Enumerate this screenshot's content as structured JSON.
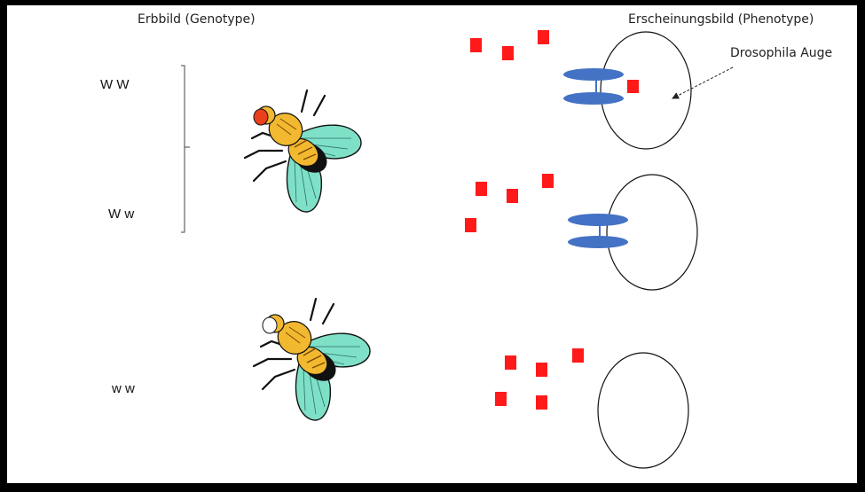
{
  "headings": {
    "genotype": "Erbbild (Genotype)",
    "phenotype": "Erscheinungsbild (Phenotype)"
  },
  "callout": {
    "label": "Drosophila Auge"
  },
  "rows": [
    {
      "genotype": "W W",
      "fly_eye": "red",
      "eye_pigment": "red",
      "transporter_present": true
    },
    {
      "genotype": "W w",
      "fly_eye": "red",
      "eye_pigment": "none",
      "transporter_present": true
    },
    {
      "genotype": "w w",
      "fly_eye": "white",
      "eye_pigment": "none",
      "transporter_present": false
    }
  ],
  "colors": {
    "pigment": "#ff1a1a",
    "transporter": "#4472c4",
    "frame": "#000000",
    "fly_body": "#f2b830",
    "fly_wing": "#7fe0c8",
    "eye_red": "#e8401c",
    "eye_white": "#ffffff"
  },
  "icons": [
    "fly-icon",
    "eye-cell-icon",
    "pigment-square",
    "transporter-protein",
    "arrow-icon",
    "bracket"
  ]
}
